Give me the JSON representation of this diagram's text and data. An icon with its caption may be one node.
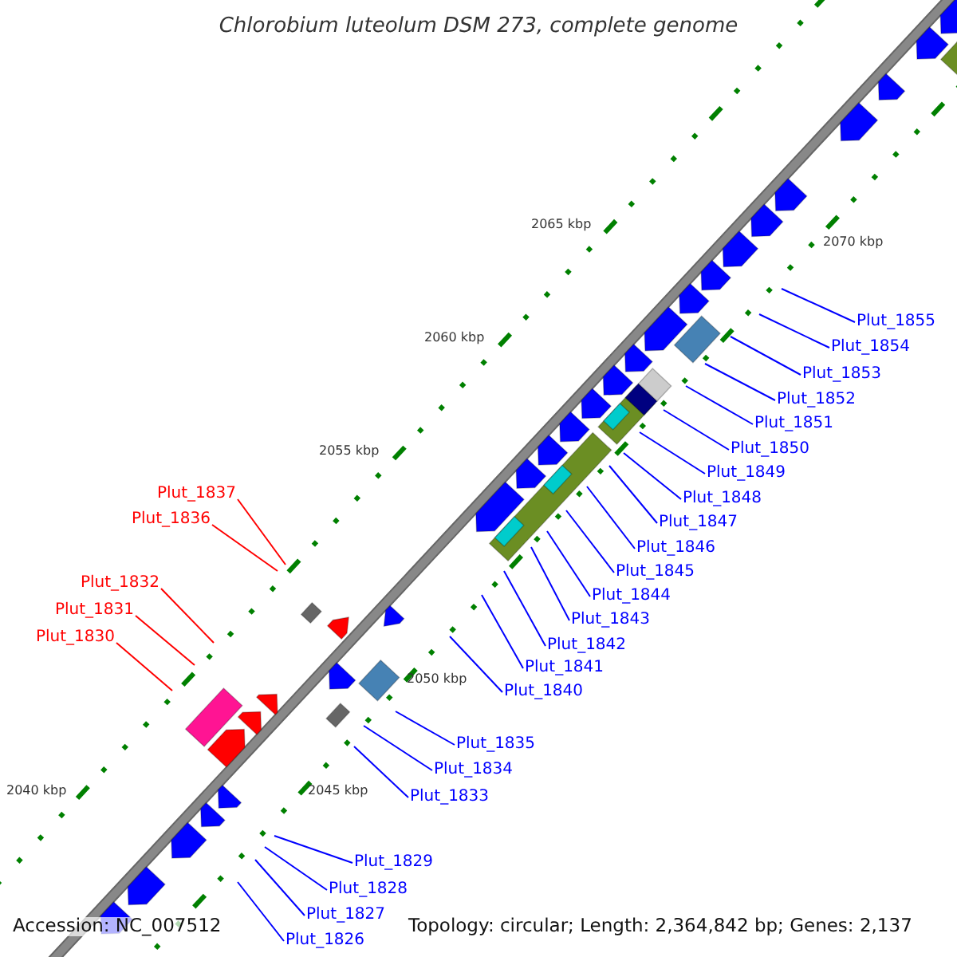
{
  "diagram": {
    "title": "Chlorobium luteolum DSM 273, complete genome",
    "nodes": [
      {
        "text": [
          "Plut_1855"
        ]
      },
      {
        "text": [
          "Plut_1854"
        ]
      },
      {
        "text": [
          "Plut_1853"
        ]
      },
      {
        "text": [
          "Plut_1852"
        ]
      },
      {
        "text": [
          "Plut_1851"
        ]
      },
      {
        "text": [
          "Plut_1850"
        ]
      },
      {
        "text": [
          "Plut_1849"
        ]
      },
      {
        "text": [
          "Plut_1848"
        ]
      },
      {
        "text": [
          "Plut_1847"
        ]
      },
      {
        "text": [
          "Plut_1846"
        ]
      },
      {
        "text": [
          "Plut_1845"
        ]
      },
      {
        "text": [
          "Plut_1844"
        ]
      },
      {
        "text": [
          "Plut_1843"
        ]
      },
      {
        "text": [
          "Plut_1842"
        ]
      },
      {
        "text": [
          "Plut_1841"
        ]
      },
      {
        "text": [
          "Plut_1840"
        ]
      },
      {
        "text": [
          "Plut_1837"
        ]
      },
      {
        "text": [
          "Plut_1836"
        ]
      },
      {
        "text": [
          "Plut_1832"
        ]
      },
      {
        "text": [
          "Plut_1831"
        ]
      },
      {
        "text": [
          "Plut_1830"
        ]
      },
      {
        "text": [
          "Plut_1835"
        ]
      },
      {
        "text": [
          "Plut_1834"
        ]
      },
      {
        "text": [
          "Plut_1833"
        ]
      },
      {
        "text": [
          "Plut_1829"
        ]
      },
      {
        "text": [
          "Plut_1828"
        ]
      },
      {
        "text": [
          "Plut_1827"
        ]
      },
      {
        "text": [
          "Plut_1826"
        ]
      }
    ],
    "edges": [
      {
        "from": 0,
        "to": null,
        "arrow": "none"
      },
      {
        "from": 1,
        "to": null,
        "arrow": "none"
      },
      {
        "from": 2,
        "to": null,
        "arrow": "none"
      },
      {
        "from": 3,
        "to": null,
        "arrow": "none"
      },
      {
        "from": 4,
        "to": null,
        "arrow": "none"
      },
      {
        "from": 5,
        "to": null,
        "arrow": "none"
      },
      {
        "from": 6,
        "to": null,
        "arrow": "none"
      },
      {
        "from": 7,
        "to": null,
        "arrow": "none"
      },
      {
        "from": 8,
        "to": null,
        "arrow": "none"
      },
      {
        "from": 9,
        "to": null,
        "arrow": "none"
      },
      {
        "from": 10,
        "to": null,
        "arrow": "none"
      },
      {
        "from": 11,
        "to": null,
        "arrow": "none"
      },
      {
        "from": 12,
        "to": null,
        "arrow": "none"
      },
      {
        "from": 13,
        "to": null,
        "arrow": "none"
      },
      {
        "from": 14,
        "to": null,
        "arrow": "none"
      },
      {
        "from": 15,
        "to": null,
        "arrow": "none"
      },
      {
        "from": 16,
        "to": null,
        "arrow": "none",
        "color": "#ff0000"
      },
      {
        "from": 17,
        "to": null,
        "arrow": "none",
        "color": "#ff0000"
      },
      {
        "from": 18,
        "to": null,
        "arrow": "none",
        "color": "#ff0000"
      },
      {
        "from": 19,
        "to": null,
        "arrow": "none",
        "color": "#ff0000"
      },
      {
        "from": 20,
        "to": null,
        "arrow": "none",
        "color": "#ff0000"
      },
      {
        "from": 21,
        "to": null,
        "arrow": "none"
      },
      {
        "from": 22,
        "to": null,
        "arrow": "none"
      },
      {
        "from": 23,
        "to": null,
        "arrow": "none"
      },
      {
        "from": 24,
        "to": null,
        "arrow": "none"
      },
      {
        "from": 25,
        "to": null,
        "arrow": "none"
      },
      {
        "from": 26,
        "to": null,
        "arrow": "none"
      },
      {
        "from": 27,
        "to": null,
        "arrow": "none"
      }
    ],
    "labels": [
      "2070 kbp",
      "2065 kbp",
      "2060 kbp",
      "2055 kbp",
      "2050 kbp",
      "2045 kbp",
      "2040 kbp",
      "Accession: NC_007512",
      "Topology: circular; Length: 2,364,842 bp; Genes: 2,137"
    ]
  }
}
